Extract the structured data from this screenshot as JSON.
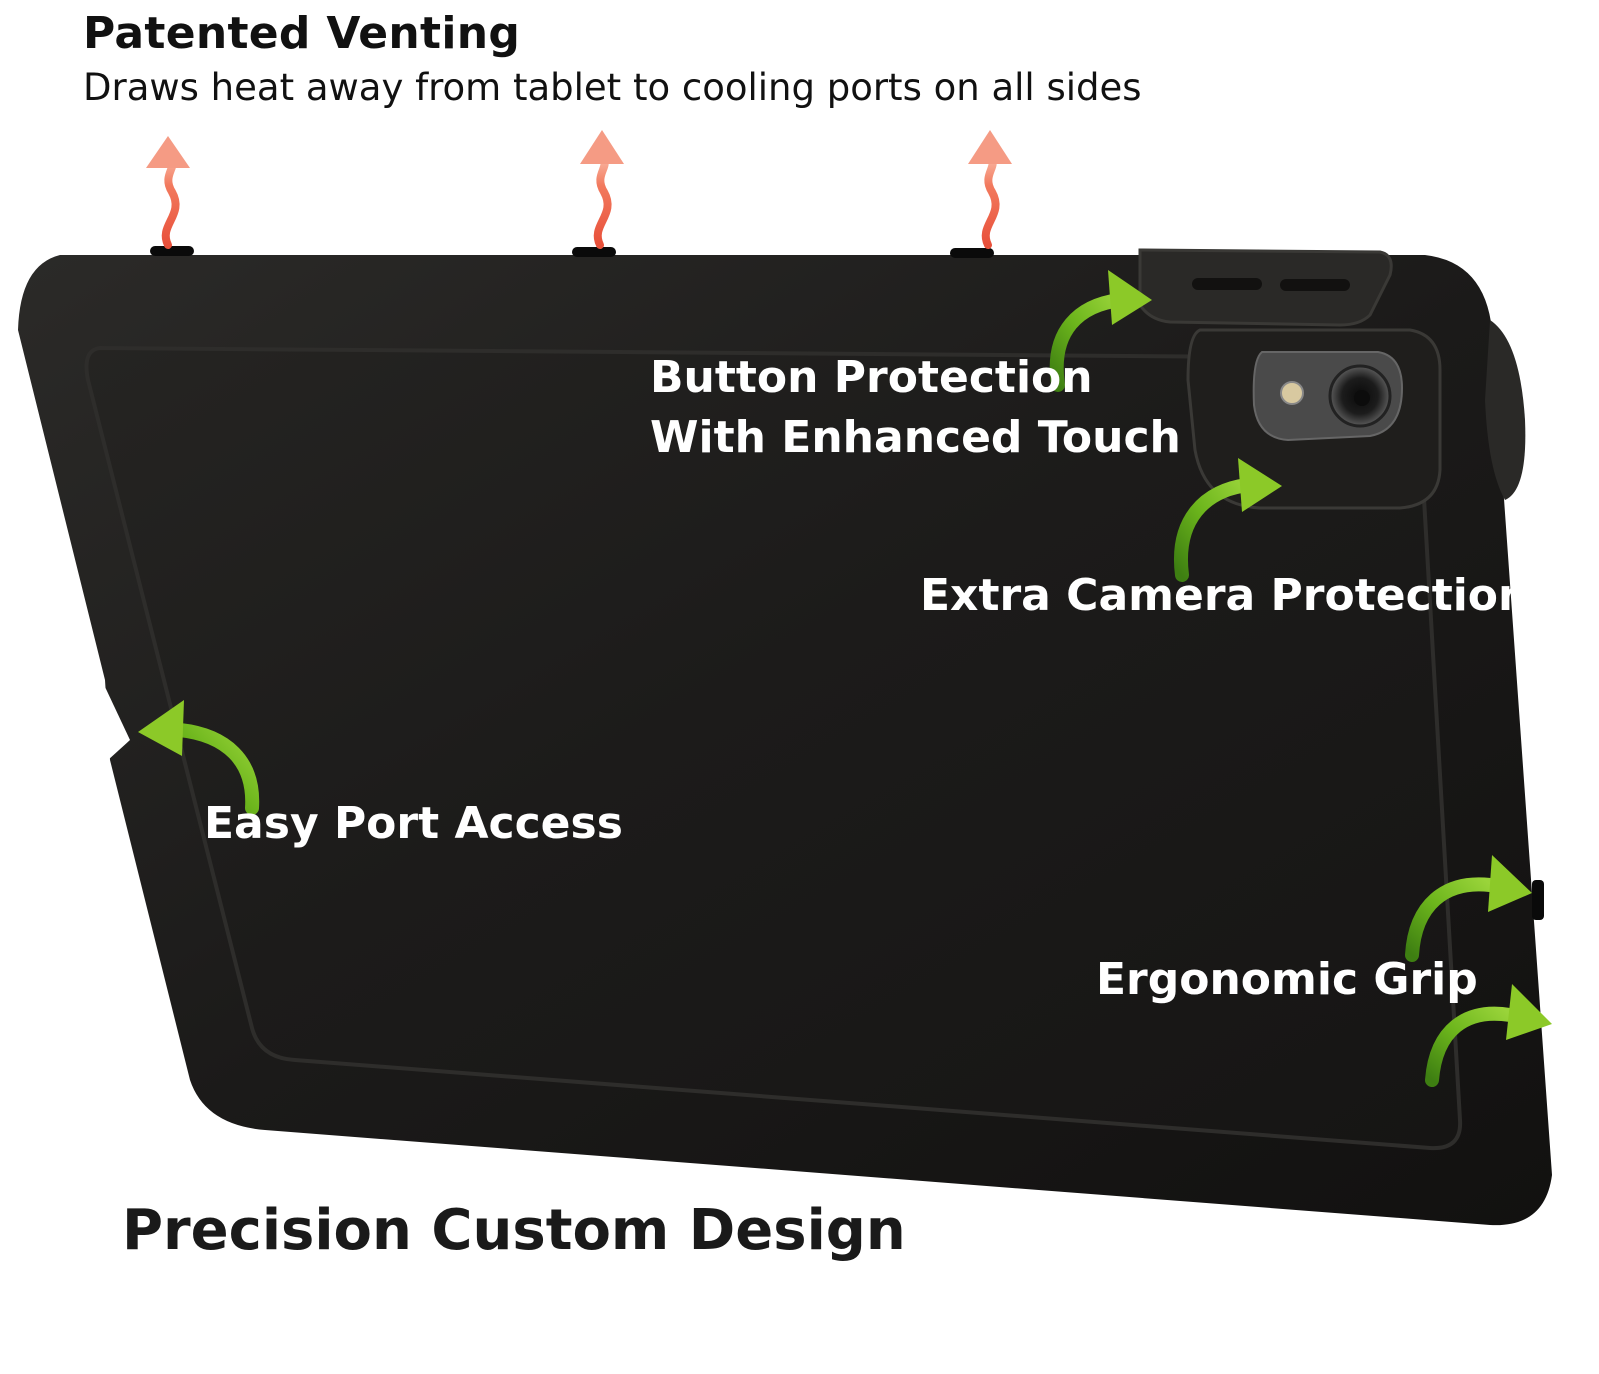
{
  "venting": {
    "title": "Patented Venting",
    "subtitle": "Draws heat away from tablet to cooling ports on all sides"
  },
  "callouts": {
    "button_line1": "Button Protection",
    "button_line2": "With Enhanced Touch",
    "camera": "Extra Camera Protection",
    "port": "Easy Port Access",
    "grip": "Ergonomic Grip"
  },
  "footer": {
    "title": "Precision Custom Design"
  },
  "colors": {
    "case": "#1c1b1a",
    "heat_arrow": "#e8503a",
    "feature_arrow": "#7cc21e",
    "background": "#ffffff"
  },
  "icons": {
    "heat_arrow": "wavy-up-arrow-icon",
    "feature_arrow": "curved-arrow-icon"
  }
}
